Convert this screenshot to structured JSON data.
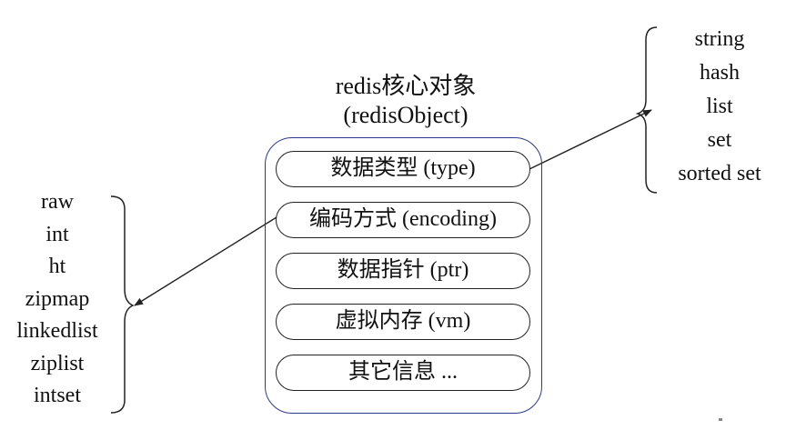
{
  "title": {
    "line1": "redis核心对象",
    "line2": "(redisObject)"
  },
  "fields": [
    {
      "label": "数据类型 (type)"
    },
    {
      "label": "编码方式 (encoding)"
    },
    {
      "label": "数据指针 (ptr)"
    },
    {
      "label": "虚拟内存 (vm)"
    },
    {
      "label": "其它信息 ..."
    }
  ],
  "encodings": [
    "raw",
    "int",
    "ht",
    "zipmap",
    "linkedlist",
    "ziplist",
    "intset"
  ],
  "types": [
    "string",
    "hash",
    "list",
    "set",
    "sorted set"
  ],
  "colors": {
    "container_border": "#2b3a8f",
    "text": "#111111",
    "lines": "#222222"
  }
}
